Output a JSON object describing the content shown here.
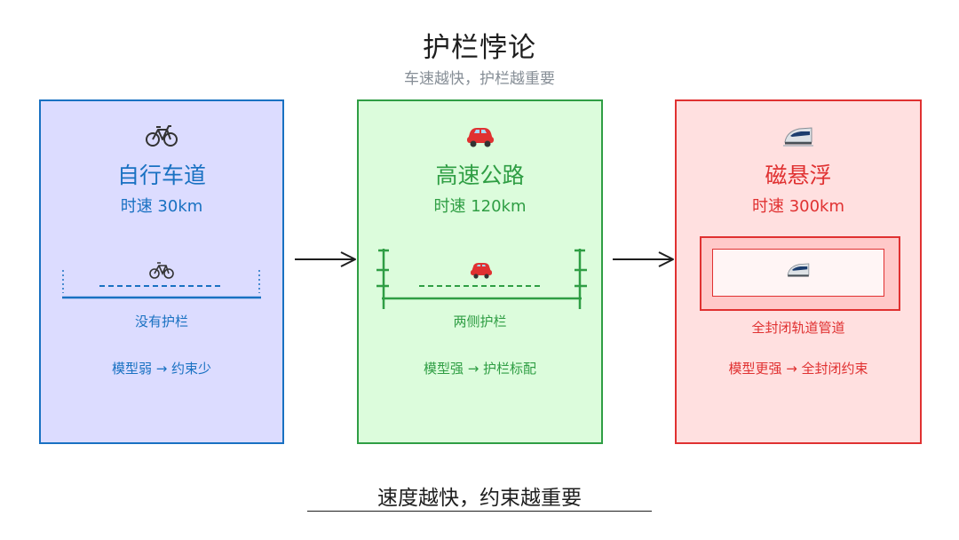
{
  "title": "护栏悖论",
  "subtitle": "车速越快，护栏越重要",
  "cards": [
    {
      "icon": "bicycle-icon",
      "title": "自行车道",
      "speed": "时速 30km",
      "label": "没有护栏",
      "note": "模型弱 → 约束少",
      "color": "#1971c2",
      "background": "#dcdcff"
    },
    {
      "icon": "car-icon",
      "title": "高速公路",
      "speed": "时速 120km",
      "label": "两侧护栏",
      "note": "模型强 → 护栏标配",
      "color": "#2f9e44",
      "background": "#dcfcdc"
    },
    {
      "icon": "maglev-train-icon",
      "title": "磁悬浮",
      "speed": "时速 300km",
      "label": "全封闭轨道管道",
      "note": "模型更强 → 全封闭约束",
      "color": "#e03131",
      "background": "#ffe0e0"
    }
  ],
  "footer": "速度越快，约束越重要"
}
